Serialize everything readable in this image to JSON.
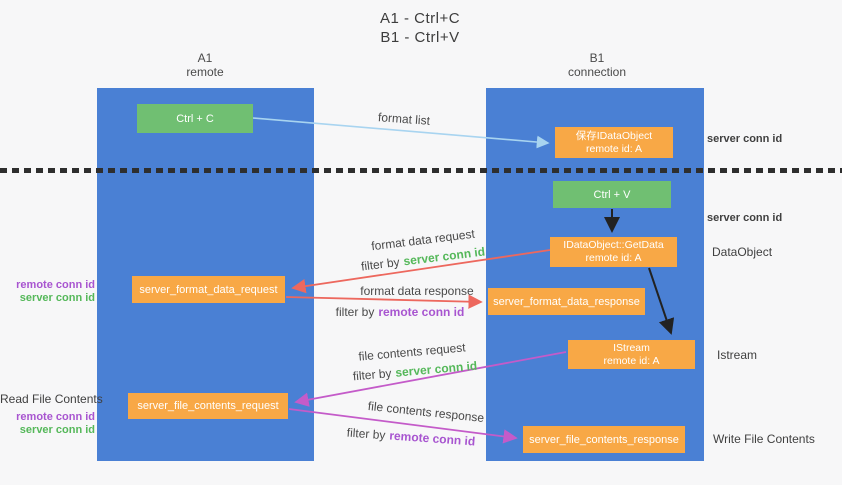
{
  "title": {
    "line1": "A1 - Ctrl+C",
    "line2": "B1 - Ctrl+V"
  },
  "lifelines": {
    "a": {
      "name": "A1",
      "role": "remote"
    },
    "b": {
      "name": "B1",
      "role": "connection"
    }
  },
  "boxes": {
    "ctrl_c": {
      "label": "Ctrl + C"
    },
    "save_idataobject": {
      "line1": "保存IDataObject",
      "line2": "remote id: A"
    },
    "ctrl_v": {
      "label": "Ctrl + V"
    },
    "getdata": {
      "line1": "IDataObject::GetData",
      "line2": "remote id: A"
    },
    "format_request": {
      "label": "server_format_data_request"
    },
    "format_response": {
      "label": "server_format_data_response"
    },
    "istream": {
      "line1": "IStream",
      "line2": "remote id: A"
    },
    "file_request": {
      "label": "server_file_contents_request"
    },
    "file_response": {
      "label": "server_file_contents_response"
    }
  },
  "flow_labels": {
    "format_list": "format list",
    "format_data_request": "format data request",
    "format_data_response": "format data response",
    "file_contents_request": "file contents request",
    "file_contents_response": "file contents response",
    "filter_by": "filter by",
    "server_conn_id": "server conn id",
    "remote_conn_id": "remote conn id"
  },
  "side_labels": {
    "read_file_contents": "Read File Contents",
    "write_file_contents": "Write File Contents",
    "dataobject": "DataObject",
    "istream": "Istream",
    "server_conn_id": "server conn id",
    "remote_conn_id": "remote conn id"
  },
  "colors": {
    "lifeline_blue": "#4a80d4",
    "action_green": "#70bf72",
    "object_orange": "#f8a846",
    "server_conn_green": "#55b85a",
    "remote_conn_purple": "#a855d0",
    "format_arrow_red": "#ed685e",
    "file_arrow_magenta": "#c45bc9",
    "format_list_arrow_blue": "#a8d4f0",
    "background": "#f7f7f8"
  }
}
